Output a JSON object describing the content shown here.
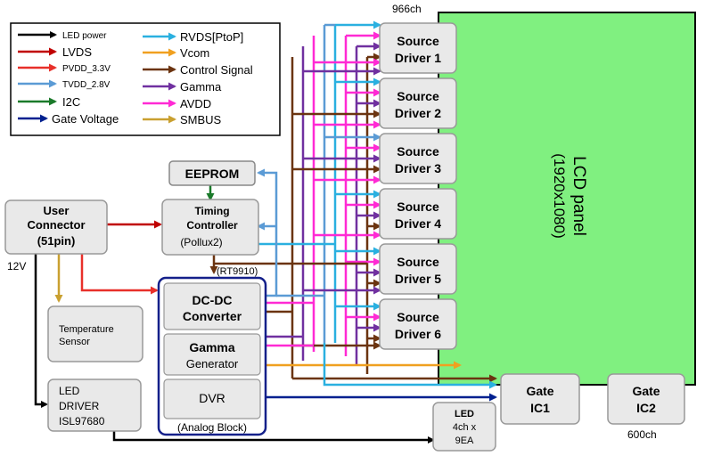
{
  "colors": {
    "led_power": "#000000",
    "lvds": "#c00000",
    "pvdd": "#e8302a",
    "tvdd": "#5b9bd5",
    "i2c": "#1a7a2a",
    "gate_voltage": "#00208f",
    "rvds": "#2ab0e0",
    "vcom": "#f0a020",
    "control": "#6b3410",
    "gamma": "#7030a0",
    "avdd": "#ff2ad4",
    "smbus": "#c9a030",
    "panel_fill": "#80f080",
    "box_fill": "#e9e9e9"
  },
  "legend": {
    "items_left": [
      {
        "label": "LED power",
        "color_key": "led_power",
        "icon": "arrow-icon"
      },
      {
        "label": "LVDS",
        "color_key": "lvds",
        "icon": "arrow-icon"
      },
      {
        "label": "PVDD_3.3V",
        "color_key": "pvdd",
        "icon": "arrow-icon"
      },
      {
        "label": "TVDD_2.8V",
        "color_key": "tvdd",
        "icon": "arrow-icon"
      },
      {
        "label": "I2C",
        "color_key": "i2c",
        "icon": "arrow-icon"
      },
      {
        "label": "Gate Voltage",
        "color_key": "gate_voltage",
        "icon": "arrow-icon"
      }
    ],
    "items_right": [
      {
        "label": "RVDS[PtoP]",
        "color_key": "rvds",
        "icon": "arrow-icon"
      },
      {
        "label": "Vcom",
        "color_key": "vcom",
        "icon": "arrow-icon"
      },
      {
        "label": "Control Signal",
        "color_key": "control",
        "icon": "arrow-icon"
      },
      {
        "label": "Gamma",
        "color_key": "gamma",
        "icon": "arrow-icon"
      },
      {
        "label": "AVDD",
        "color_key": "avdd",
        "icon": "arrow-icon"
      },
      {
        "label": "SMBUS",
        "color_key": "smbus",
        "icon": "arrow-icon"
      }
    ]
  },
  "labels": {
    "ch_top": "966ch",
    "ch_bottom": "600ch",
    "panel_line1": "LCD panel",
    "panel_line2": "(1920x1080)",
    "eeprom": "EEPROM",
    "user_conn_1": "User",
    "user_conn_2": "Connector",
    "user_conn_3": "(51pin)",
    "timing_1": "Timing",
    "timing_2": "Controller",
    "timing_3": "(Pollux2)",
    "rt9910": "(RT9910)",
    "v12": "12V",
    "temp_1": "Temperature",
    "temp_2": "Sensor",
    "dcdc_1": "DC-DC",
    "dcdc_2": "Converter",
    "gamma_1": "Gamma",
    "gamma_2": "Generator",
    "dvr": "DVR",
    "analog": "(Analog Block)",
    "led_drv_1": "LED",
    "led_drv_2": "DRIVER",
    "led_drv_3": "ISL97680",
    "led_1": "LED",
    "led_2": "4ch x",
    "led_3": "9EA",
    "gate1_1": "Gate",
    "gate1_2": "IC1",
    "gate2_1": "Gate",
    "gate2_2": "IC2"
  },
  "source_drivers": [
    {
      "line1": "Source",
      "line2": "Driver 1"
    },
    {
      "line1": "Source",
      "line2": "Driver 2"
    },
    {
      "line1": "Source",
      "line2": "Driver 3"
    },
    {
      "line1": "Source",
      "line2": "Driver 4"
    },
    {
      "line1": "Source",
      "line2": "Driver 5"
    },
    {
      "line1": "Source",
      "line2": "Driver 6"
    }
  ]
}
